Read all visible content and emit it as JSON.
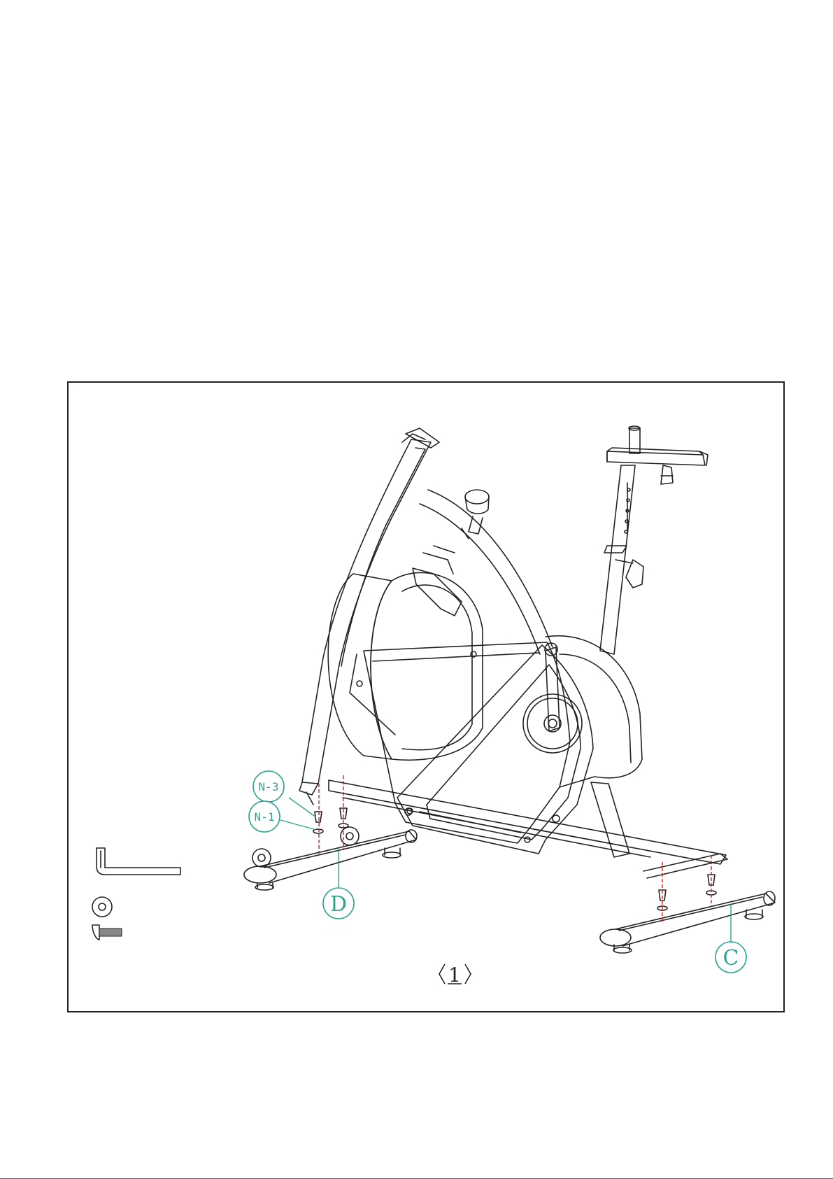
{
  "diagram": {
    "step_label": "1",
    "callouts": {
      "n3": "N-3",
      "n1": "N-1",
      "d": "D",
      "c": "C"
    }
  },
  "colors": {
    "line": "#222222",
    "callout": "#2aa58e",
    "guide": "#d62020"
  }
}
